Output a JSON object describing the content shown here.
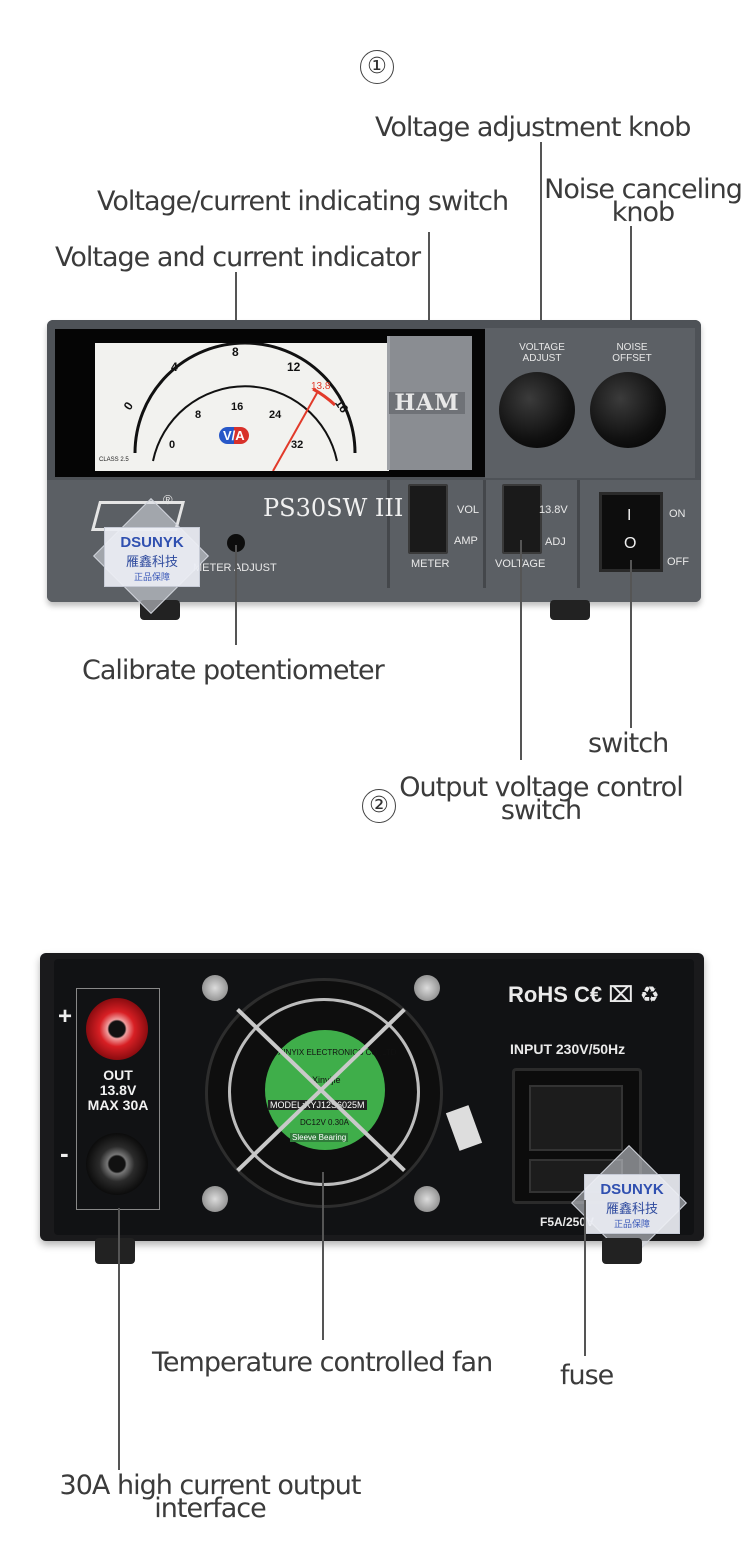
{
  "top_callouts": {
    "marker_1": "①",
    "voltage_adjustment_knob": "Voltage adjustment knob",
    "noise_canceling_knob_line1": "Noise canceling",
    "noise_canceling_knob_line2": "knob",
    "voltage_current_switch": "Voltage/current indicating switch",
    "voltage_current_indicator": "Voltage and current indicator",
    "calibrate_potentiometer": "Calibrate potentiometer",
    "switch": "switch",
    "marker_2": "②",
    "output_voltage_line1": "Output voltage control",
    "output_voltage_line2": "switch"
  },
  "front_panel": {
    "meter_ticks_outer": [
      "0",
      "4",
      "8",
      "12",
      "16"
    ],
    "meter_ticks_inner": [
      "0",
      "8",
      "16",
      "24",
      "32"
    ],
    "meter_red_mark": "13.8",
    "meter_va": "V/A",
    "meter_class": "CLASS 2.5",
    "ham_logo": "HAM",
    "knob1_label": "VOLTAGE\nADJUST",
    "knob2_label": "NOISE\nOFFSET",
    "brand_reg": "®",
    "model": "PS30SW III",
    "meter_adjust": "METER ADJUST",
    "vol": "VOL",
    "amp": "AMP",
    "meter": "METER",
    "v138": "13.8V",
    "adj": "ADJ",
    "voltage": "VOLTAGE",
    "on": "ON",
    "off": "OFF",
    "rocker_on": "I",
    "rocker_off": "O"
  },
  "badge": {
    "brand": "DSUNYK",
    "cn_name": "雁鑫科技",
    "cn_sub": "正品保障"
  },
  "back_panel": {
    "plus": "+",
    "minus": "-",
    "out_line1": "OUT",
    "out_line2": "13.8V",
    "out_line3": "MAX 30A",
    "certs": "RoHS C€ ⌧ ♻",
    "input": "INPUT 230V/50Hz",
    "fuse_rating": "F5A/250V",
    "fan_label1": "XINYIX ELECTRONICS CO.,LTD",
    "fan_label2": "Xinyijie",
    "fan_label3": "MODEL:XYJ12S6025M",
    "fan_label4": "DC12V 0.30A",
    "fan_label5": "Sleeve Bearing"
  },
  "bottom_callouts": {
    "fan": "Temperature controlled fan",
    "fuse": "fuse",
    "output_line1": "30A high current output",
    "output_line2": "interface"
  }
}
